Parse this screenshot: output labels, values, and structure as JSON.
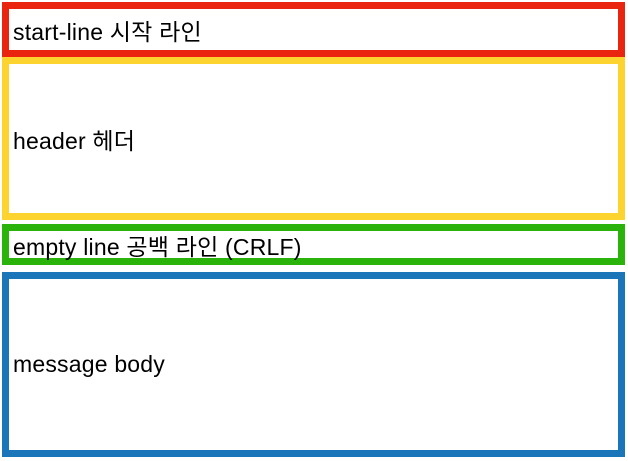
{
  "diagram": {
    "background": "#FFFFFF",
    "text_color": "#000000",
    "boxes": [
      {
        "id": "start-line",
        "label": "start-line 시작 라인",
        "border_color": "#E9240F"
      },
      {
        "id": "header",
        "label": "header 헤더",
        "border_color": "#FDD32F"
      },
      {
        "id": "empty-line",
        "label": "empty line 공백 라인 (CRLF)",
        "border_color": "#2AB30A"
      },
      {
        "id": "message-body",
        "label": "message body",
        "border_color": "#1A76B9"
      }
    ]
  }
}
